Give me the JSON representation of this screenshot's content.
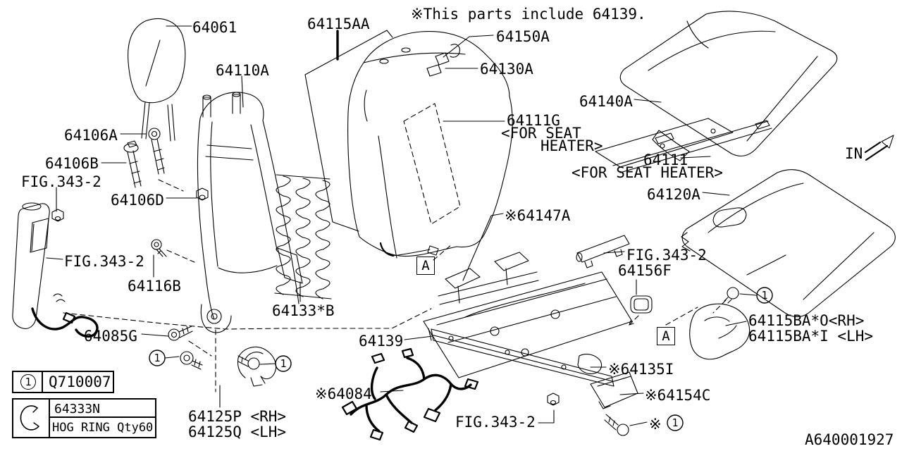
{
  "note": "※This parts include 64139.",
  "in_label": "IN",
  "diagram_code": "A640001927",
  "markers": {
    "one": "1"
  },
  "section_marker": "A",
  "parts": {
    "p64061": "64061",
    "p64110A": "64110A",
    "p64115AA": "64115AA",
    "p64150A": "64150A",
    "p64130A": "64130A",
    "p64111G": "64111G",
    "p64111G_sub1": "<FOR SEAT",
    "p64111G_sub2": "HEATER>",
    "p64140A": "64140A",
    "p64111": "64111",
    "p64111_sub": "<FOR SEAT HEATER>",
    "p64120A": "64120A",
    "p64106A": "64106A",
    "p64106B": "64106B",
    "p64106D": "64106D",
    "p64116B": "64116B",
    "p64133B": "64133*B",
    "p64085G": "64085G",
    "p64139": "64139",
    "p64147A": "※64147A",
    "p64156F": "64156F",
    "p64115BA_rh": "64115BA*O<RH>",
    "p64115BA_lh": "64115BA*I <LH>",
    "p64135I": "※64135I",
    "p64154C": "※64154C",
    "p64084": "※64084",
    "p64125P": "64125P <RH>",
    "p64125Q": "64125Q <LH>",
    "fig343": "FIG.343-2",
    "kome": "※"
  },
  "legend": {
    "marker": "1",
    "part_no": "Q710007"
  },
  "hog_ring": {
    "part_no": "64333N",
    "description": "HOG RING Qty60"
  }
}
